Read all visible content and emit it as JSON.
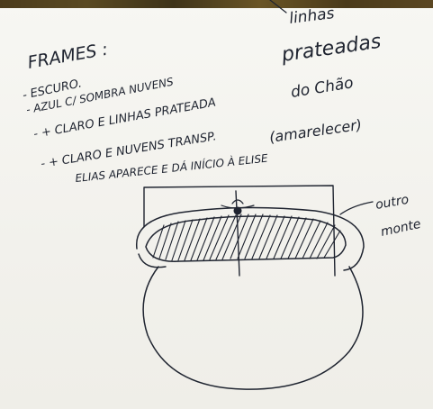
{
  "notes": {
    "heading": "FRAMES :",
    "line1": "- ESCURO.",
    "line2": "- AZUL C/ SOMBRA NUVENS",
    "line3": "- + CLARO E LINHAS PRATEADA",
    "line3_tail": "do Chão",
    "line4": "- + CLARO E NUVENS TRANSP.",
    "line4_tail": "(amarelecer)",
    "line5": "ELIAS APARECE E DÁ INÍCIO À ELISE"
  },
  "callouts": {
    "top_right_1": "linhas",
    "top_right_2": "prateadas",
    "right_1": "outro",
    "right_2": "monte"
  }
}
